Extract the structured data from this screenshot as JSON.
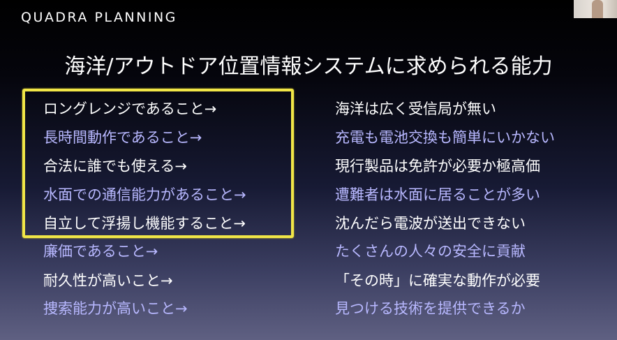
{
  "brand": "QUADRA PLANNING",
  "title": "海洋/アウトドア位置情報システムに求められる能力",
  "rows": [
    {
      "req": "ロングレンジであること→",
      "reason": "海洋は広く受信局が無い"
    },
    {
      "req": "長時間動作であること→",
      "reason": "充電も電池交換も簡単にいかない"
    },
    {
      "req": "合法に誰でも使える→",
      "reason": "現行製品は免許が必要か極高価"
    },
    {
      "req": "水面での通信能力があること→",
      "reason": "遭難者は水面に居ることが多い"
    },
    {
      "req": "自立して浮揚し機能すること→",
      "reason": "沈んだら電波が送出できない"
    },
    {
      "req": "廉価であること→",
      "reason": "たくさんの人々の安全に貢献"
    },
    {
      "req": "耐久性が高いこと→",
      "reason": "「その時」に確実な動作が必要"
    },
    {
      "req": "捜索能力が高いこと→",
      "reason": "見つける技術を提供できるか"
    }
  ],
  "colors": {
    "white_text": "#ffffff",
    "blue_text": "#b8b8ff",
    "highlight_frame": "#f1e647"
  }
}
